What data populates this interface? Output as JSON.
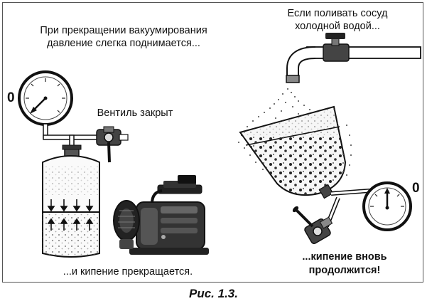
{
  "labels": {
    "pressure_rises_1": "При прекращении вакуумирования",
    "pressure_rises_2": "давление слегка поднимается...",
    "valve_closed": "Вентиль закрыт",
    "boiling_stops": "...и кипение прекращается.",
    "cold_water_1": "Если поливать сосуд",
    "cold_water_2": "холодной водой...",
    "boiling_resumes_1": "...кипение вновь",
    "boiling_resumes_2": "продолжится!"
  },
  "gauges": {
    "left_zero": "0",
    "right_zero": "0"
  },
  "caption": "Рис. 1.3."
}
